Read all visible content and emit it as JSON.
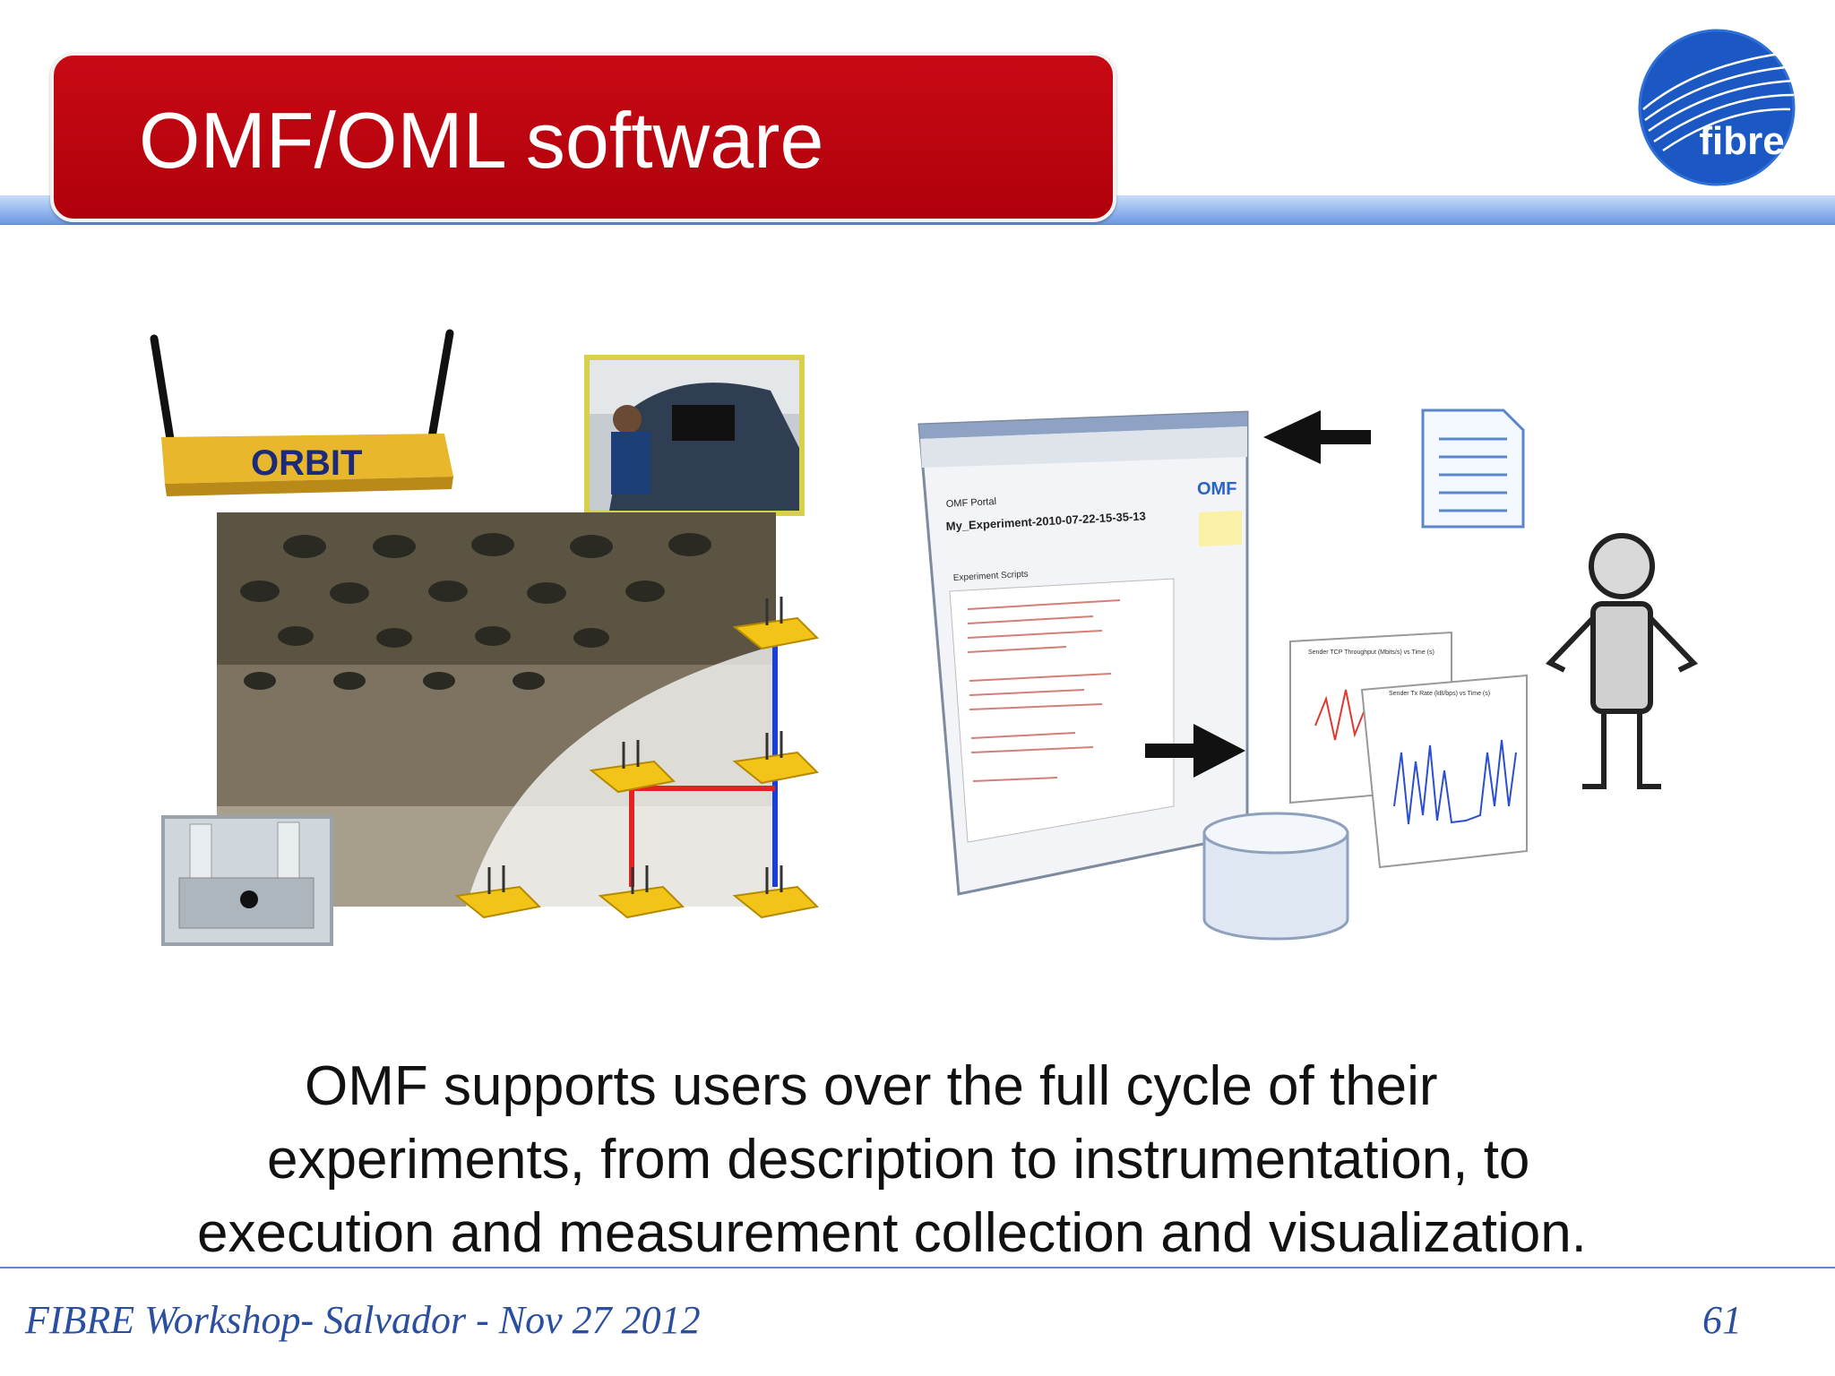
{
  "slide": {
    "title": "OMF/OML software",
    "logo_text": "fibre",
    "caption_lines": [
      "OMF supports users over the full cycle of their",
      "experiments, from description to instrumentation, to",
      "execution and measurement collection and visualization."
    ],
    "footer_left": "FIBRE Workshop- Salvador - Nov 27 2012",
    "footer_right": "61"
  },
  "figure": {
    "device_label": "ORBIT",
    "omf_logo_text": "OMF",
    "portal_tab": "OMF Portal",
    "experiment_title": "My_Experiment-2010-07-22-15-35-13",
    "section_label": "Experiment Scripts",
    "chart_title_1": "Sender TCP Throughput (Mbits/s) vs Time (s)",
    "chart_title_2": "Sender Tx Rate (kB/bps) vs Time (s)"
  },
  "colors": {
    "title_red": "#b8000c",
    "band_blue": "#8fb4ee",
    "footer_blue": "#2a4fa0",
    "node_yellow": "#f2c417",
    "link_red": "#e32222",
    "link_blue": "#1a3fd6"
  }
}
